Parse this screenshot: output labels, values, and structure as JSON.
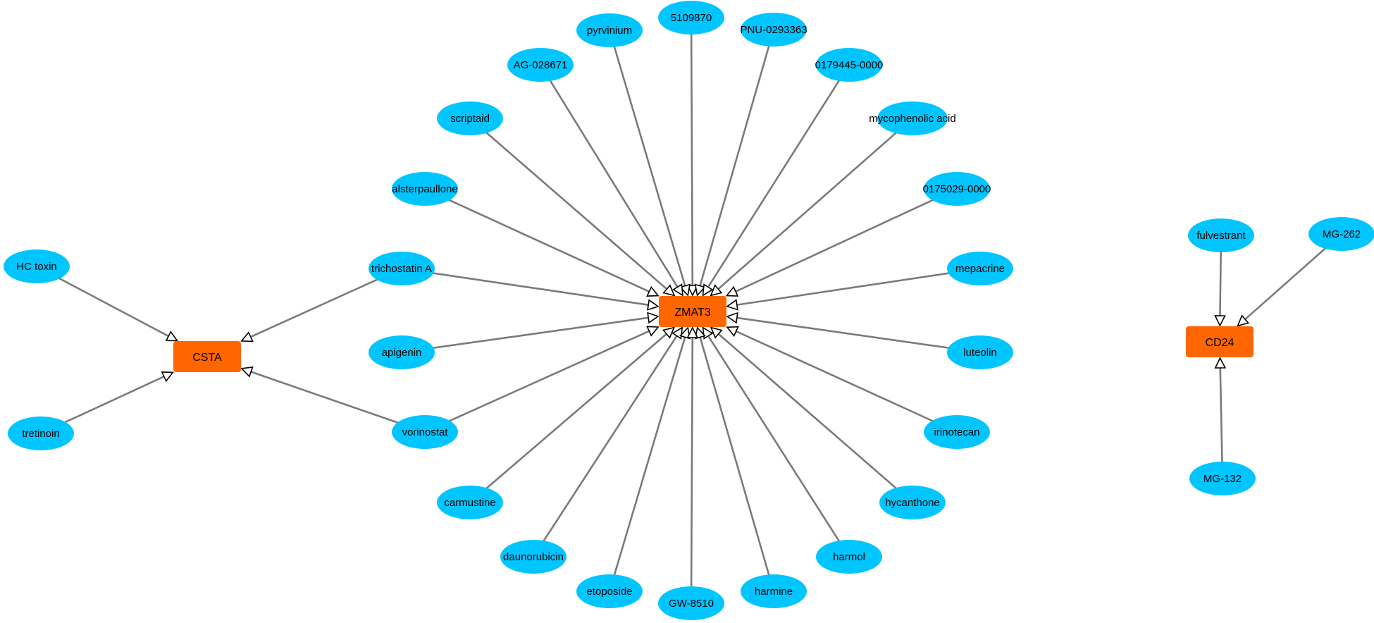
{
  "colors": {
    "drug_node": "#00c5ff",
    "target_node": "#ff6600",
    "edge": "#7a7a7a",
    "arrow_fill": "#ffffff",
    "arrow_stroke": "#000000"
  },
  "targets": [
    "ZMAT3",
    "CSTA",
    "CD24"
  ],
  "drugs": [
    "5109870",
    "pyrvinium",
    "PNU-0293363",
    "AG-028671",
    "0179445-0000",
    "scriptaid",
    "mycophenolic acid",
    "alsterpaullone",
    "0175029-0000",
    "trichostatin A",
    "mepacrine",
    "apigenin",
    "luteolin",
    "vorinostat",
    "irinotecan",
    "carmustine",
    "hycanthone",
    "daunorubicin",
    "harmol",
    "etoposide",
    "harmine",
    "GW-8510",
    "HC toxin",
    "tretinoin",
    "fulvestrant",
    "MG-262",
    "MG-132"
  ],
  "edges": [
    {
      "source": "5109870",
      "target": "ZMAT3"
    },
    {
      "source": "pyrvinium",
      "target": "ZMAT3"
    },
    {
      "source": "PNU-0293363",
      "target": "ZMAT3"
    },
    {
      "source": "AG-028671",
      "target": "ZMAT3"
    },
    {
      "source": "0179445-0000",
      "target": "ZMAT3"
    },
    {
      "source": "scriptaid",
      "target": "ZMAT3"
    },
    {
      "source": "mycophenolic acid",
      "target": "ZMAT3"
    },
    {
      "source": "alsterpaullone",
      "target": "ZMAT3"
    },
    {
      "source": "0175029-0000",
      "target": "ZMAT3"
    },
    {
      "source": "trichostatin A",
      "target": "ZMAT3"
    },
    {
      "source": "mepacrine",
      "target": "ZMAT3"
    },
    {
      "source": "apigenin",
      "target": "ZMAT3"
    },
    {
      "source": "luteolin",
      "target": "ZMAT3"
    },
    {
      "source": "vorinostat",
      "target": "ZMAT3"
    },
    {
      "source": "irinotecan",
      "target": "ZMAT3"
    },
    {
      "source": "carmustine",
      "target": "ZMAT3"
    },
    {
      "source": "hycanthone",
      "target": "ZMAT3"
    },
    {
      "source": "daunorubicin",
      "target": "ZMAT3"
    },
    {
      "source": "harmol",
      "target": "ZMAT3"
    },
    {
      "source": "etoposide",
      "target": "ZMAT3"
    },
    {
      "source": "harmine",
      "target": "ZMAT3"
    },
    {
      "source": "GW-8510",
      "target": "ZMAT3"
    },
    {
      "source": "HC toxin",
      "target": "CSTA"
    },
    {
      "source": "trichostatin A",
      "target": "CSTA"
    },
    {
      "source": "tretinoin",
      "target": "CSTA"
    },
    {
      "source": "vorinostat",
      "target": "CSTA"
    },
    {
      "source": "fulvestrant",
      "target": "CD24"
    },
    {
      "source": "MG-262",
      "target": "CD24"
    },
    {
      "source": "MG-132",
      "target": "CD24"
    }
  ]
}
